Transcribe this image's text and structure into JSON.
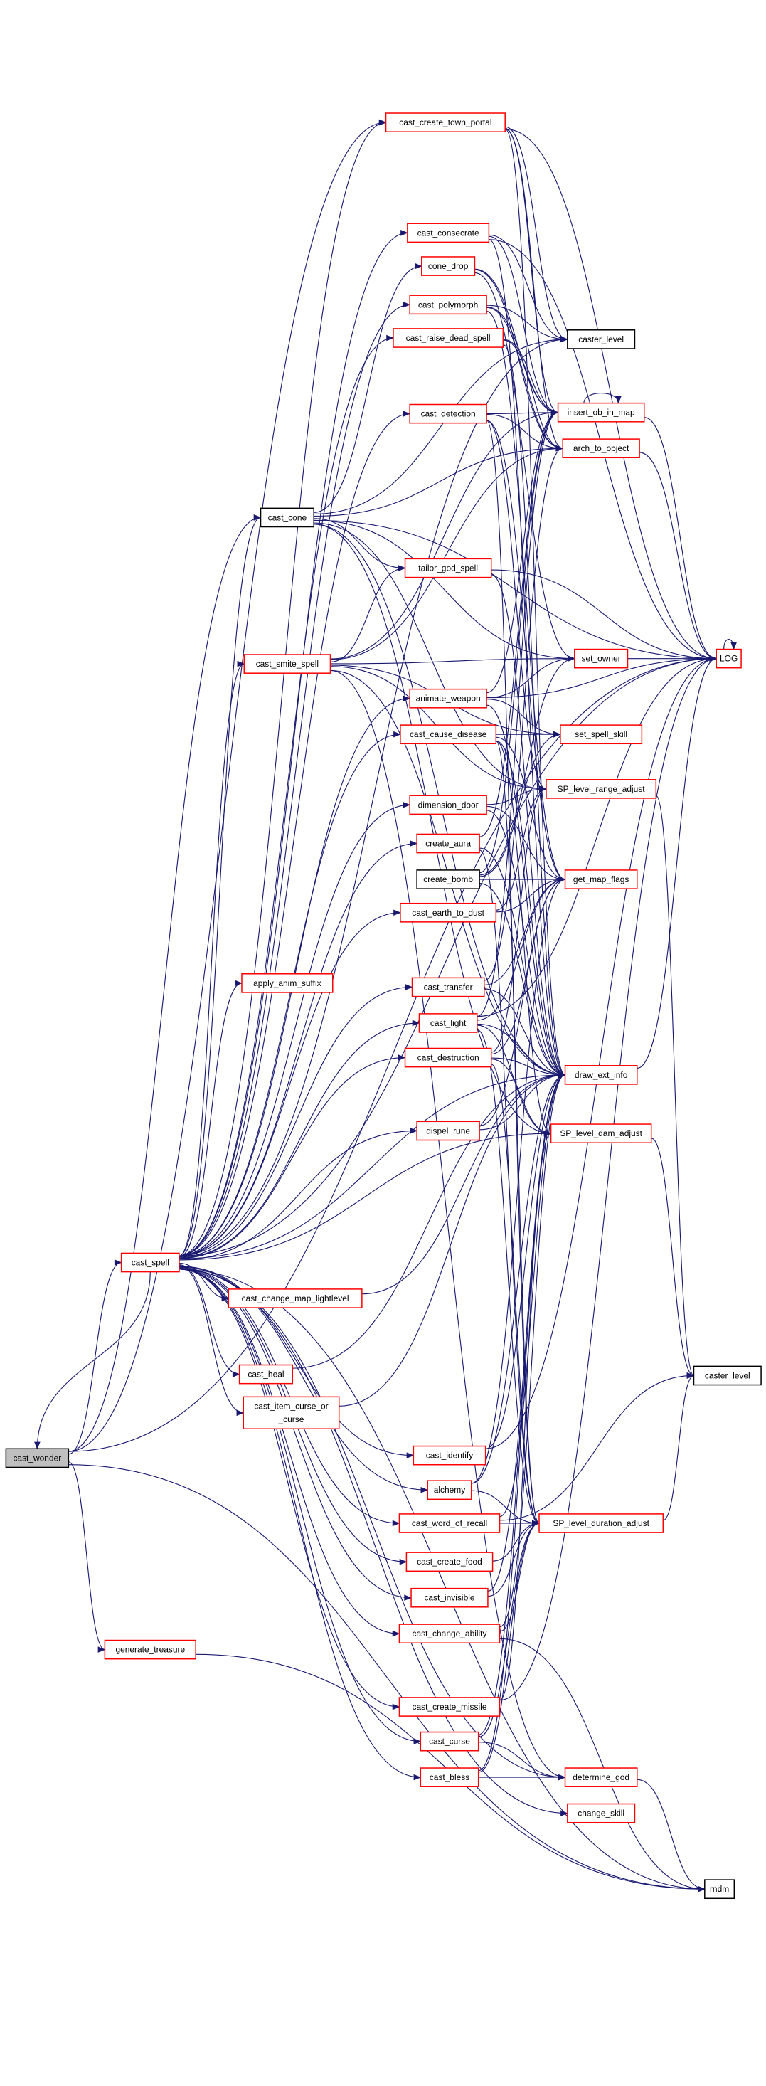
{
  "colors": {
    "edge": "#191970",
    "link_border": "#ff0000",
    "plain_border": "#000000",
    "focus_fill": "#bfbfbf"
  },
  "nodes": {
    "cast_wonder": {
      "label": "cast_wonder",
      "kind": "focus"
    },
    "cast_spell": {
      "label": "cast_spell",
      "kind": "red"
    },
    "generate_treasure": {
      "label": "generate_treasure",
      "kind": "red"
    },
    "cast_cone": {
      "label": "cast_cone",
      "kind": "black"
    },
    "cast_smite_spell": {
      "label": "cast_smite_spell",
      "kind": "red"
    },
    "apply_anim_suffix": {
      "label": "apply_anim_suffix",
      "kind": "red"
    },
    "cast_change_map_lightlevel": {
      "label": "cast_change_map_lightlevel",
      "kind": "red"
    },
    "cast_heal": {
      "label": "cast_heal",
      "kind": "red"
    },
    "cast_item_curse_or_curse": {
      "label": "cast_item_curse_or",
      "label2": "_curse",
      "kind": "red"
    },
    "cast_create_town_portal": {
      "label": "cast_create_town_portal",
      "kind": "red"
    },
    "cast_consecrate": {
      "label": "cast_consecrate",
      "kind": "red"
    },
    "cone_drop": {
      "label": "cone_drop",
      "kind": "red"
    },
    "cast_polymorph": {
      "label": "cast_polymorph",
      "kind": "red"
    },
    "cast_raise_dead_spell": {
      "label": "cast_raise_dead_spell",
      "kind": "red"
    },
    "cast_detection": {
      "label": "cast_detection",
      "kind": "red"
    },
    "tailor_god_spell": {
      "label": "tailor_god_spell",
      "kind": "red"
    },
    "animate_weapon": {
      "label": "animate_weapon",
      "kind": "red"
    },
    "cast_cause_disease": {
      "label": "cast_cause_disease",
      "kind": "red"
    },
    "dimension_door": {
      "label": "dimension_door",
      "kind": "red"
    },
    "create_aura": {
      "label": "create_aura",
      "kind": "red"
    },
    "create_bomb": {
      "label": "create_bomb",
      "kind": "black"
    },
    "cast_earth_to_dust": {
      "label": "cast_earth_to_dust",
      "kind": "red"
    },
    "cast_transfer": {
      "label": "cast_transfer",
      "kind": "red"
    },
    "cast_light": {
      "label": "cast_light",
      "kind": "red"
    },
    "cast_destruction": {
      "label": "cast_destruction",
      "kind": "red"
    },
    "dispel_rune": {
      "label": "dispel_rune",
      "kind": "red"
    },
    "cast_identify": {
      "label": "cast_identify",
      "kind": "red"
    },
    "alchemy": {
      "label": "alchemy",
      "kind": "red"
    },
    "cast_word_of_recall": {
      "label": "cast_word_of_recall",
      "kind": "red"
    },
    "cast_create_food": {
      "label": "cast_create_food",
      "kind": "red"
    },
    "cast_invisible": {
      "label": "cast_invisible",
      "kind": "red"
    },
    "cast_change_ability": {
      "label": "cast_change_ability",
      "kind": "red"
    },
    "cast_create_missile": {
      "label": "cast_create_missile",
      "kind": "red"
    },
    "cast_curse": {
      "label": "cast_curse",
      "kind": "red"
    },
    "cast_bless": {
      "label": "cast_bless",
      "kind": "red"
    },
    "caster_level": {
      "label": "caster_level",
      "kind": "black"
    },
    "insert_ob_in_map": {
      "label": "insert_ob_in_map",
      "kind": "red"
    },
    "arch_to_object": {
      "label": "arch_to_object",
      "kind": "red"
    },
    "set_owner": {
      "label": "set_owner",
      "kind": "red"
    },
    "set_spell_skill": {
      "label": "set_spell_skill",
      "kind": "red"
    },
    "SP_level_range_adjust": {
      "label": "SP_level_range_adjust",
      "kind": "red"
    },
    "get_map_flags": {
      "label": "get_map_flags",
      "kind": "red"
    },
    "draw_ext_info": {
      "label": "draw_ext_info",
      "kind": "red"
    },
    "SP_level_dam_adjust": {
      "label": "SP_level_dam_adjust",
      "kind": "red"
    },
    "SP_level_duration_adjust": {
      "label": "SP_level_duration_adjust",
      "kind": "red"
    },
    "determine_god": {
      "label": "determine_god",
      "kind": "red"
    },
    "change_skill": {
      "label": "change_skill",
      "kind": "red"
    },
    "LOG": {
      "label": "LOG",
      "kind": "red"
    },
    "caster_level_2": {
      "label": "caster_level",
      "kind": "black"
    },
    "rndm": {
      "label": "rndm",
      "kind": "black"
    }
  },
  "edges": [
    [
      "cast_wonder",
      "cast_spell"
    ],
    [
      "cast_spell",
      "cast_wonder"
    ],
    [
      "cast_wonder",
      "cast_cone"
    ],
    [
      "cast_wonder",
      "generate_treasure"
    ],
    [
      "cast_wonder",
      "rndm"
    ],
    [
      "cast_wonder",
      "LOG"
    ],
    [
      "cast_wonder",
      "cast_create_town_portal"
    ],
    [
      "cast_spell",
      "cast_cone"
    ],
    [
      "cast_spell",
      "cast_smite_spell"
    ],
    [
      "cast_spell",
      "apply_anim_suffix"
    ],
    [
      "cast_spell",
      "cast_change_map_lightlevel"
    ],
    [
      "cast_spell",
      "cast_heal"
    ],
    [
      "cast_spell",
      "cast_item_curse_or_curse"
    ],
    [
      "cast_spell",
      "cast_create_town_portal"
    ],
    [
      "cast_spell",
      "cast_consecrate"
    ],
    [
      "cast_spell",
      "cast_polymorph"
    ],
    [
      "cast_spell",
      "cast_raise_dead_spell"
    ],
    [
      "cast_spell",
      "cast_detection"
    ],
    [
      "cast_spell",
      "animate_weapon"
    ],
    [
      "cast_spell",
      "cast_cause_disease"
    ],
    [
      "cast_spell",
      "dimension_door"
    ],
    [
      "cast_spell",
      "create_aura"
    ],
    [
      "cast_spell",
      "cast_earth_to_dust"
    ],
    [
      "cast_spell",
      "cast_transfer"
    ],
    [
      "cast_spell",
      "cast_light"
    ],
    [
      "cast_spell",
      "cast_destruction"
    ],
    [
      "cast_spell",
      "dispel_rune"
    ],
    [
      "cast_spell",
      "cast_identify"
    ],
    [
      "cast_spell",
      "alchemy"
    ],
    [
      "cast_spell",
      "cast_word_of_recall"
    ],
    [
      "cast_spell",
      "cast_create_food"
    ],
    [
      "cast_spell",
      "cast_invisible"
    ],
    [
      "cast_spell",
      "cast_change_ability"
    ],
    [
      "cast_spell",
      "cast_create_missile"
    ],
    [
      "cast_spell",
      "cast_curse"
    ],
    [
      "cast_spell",
      "cast_bless"
    ],
    [
      "cast_spell",
      "caster_level"
    ],
    [
      "cast_spell",
      "draw_ext_info"
    ],
    [
      "cast_spell",
      "SP_level_dam_adjust"
    ],
    [
      "cast_spell",
      "determine_god"
    ],
    [
      "cast_spell",
      "change_skill"
    ],
    [
      "cast_spell",
      "rndm"
    ],
    [
      "cast_spell",
      "LOG"
    ],
    [
      "cast_cone",
      "cone_drop"
    ],
    [
      "cast_cone",
      "tailor_god_spell"
    ],
    [
      "cast_cone",
      "caster_level"
    ],
    [
      "cast_cone",
      "set_owner"
    ],
    [
      "cast_cone",
      "arch_to_object"
    ],
    [
      "cast_cone",
      "SP_level_range_adjust"
    ],
    [
      "cast_cone",
      "draw_ext_info"
    ],
    [
      "cast_cone",
      "SP_level_dam_adjust"
    ],
    [
      "cast_cone",
      "LOG"
    ],
    [
      "cast_smite_spell",
      "tailor_god_spell"
    ],
    [
      "cast_smite_spell",
      "insert_ob_in_map"
    ],
    [
      "cast_smite_spell",
      "arch_to_object"
    ],
    [
      "cast_smite_spell",
      "set_owner"
    ],
    [
      "cast_smite_spell",
      "set_spell_skill"
    ],
    [
      "cast_smite_spell",
      "SP_level_range_adjust"
    ],
    [
      "cast_smite_spell",
      "determine_god"
    ],
    [
      "cast_smite_spell",
      "draw_ext_info"
    ],
    [
      "cast_create_town_portal",
      "caster_level"
    ],
    [
      "cast_create_town_portal",
      "insert_ob_in_map"
    ],
    [
      "cast_create_town_portal",
      "arch_to_object"
    ],
    [
      "cast_create_town_portal",
      "draw_ext_info"
    ],
    [
      "cast_create_town_portal",
      "LOG"
    ],
    [
      "cast_consecrate",
      "caster_level"
    ],
    [
      "cast_consecrate",
      "insert_ob_in_map"
    ],
    [
      "cast_consecrate",
      "draw_ext_info"
    ],
    [
      "cast_consecrate",
      "LOG"
    ],
    [
      "cone_drop",
      "insert_ob_in_map"
    ],
    [
      "cone_drop",
      "arch_to_object"
    ],
    [
      "cone_drop",
      "set_owner"
    ],
    [
      "cast_polymorph",
      "caster_level"
    ],
    [
      "cast_polymorph",
      "insert_ob_in_map"
    ],
    [
      "cast_polymorph",
      "get_map_flags"
    ],
    [
      "cast_polymorph",
      "arch_to_object"
    ],
    [
      "cast_raise_dead_spell",
      "insert_ob_in_map"
    ],
    [
      "cast_raise_dead_spell",
      "arch_to_object"
    ],
    [
      "cast_raise_dead_spell",
      "draw_ext_info"
    ],
    [
      "cast_detection",
      "insert_ob_in_map"
    ],
    [
      "cast_detection",
      "arch_to_object"
    ],
    [
      "cast_detection",
      "get_map_flags"
    ],
    [
      "cast_detection",
      "SP_level_range_adjust"
    ],
    [
      "cast_detection",
      "SP_level_duration_adjust"
    ],
    [
      "tailor_god_spell",
      "LOG"
    ],
    [
      "tailor_god_spell",
      "draw_ext_info"
    ],
    [
      "animate_weapon",
      "set_owner"
    ],
    [
      "animate_weapon",
      "set_spell_skill"
    ],
    [
      "animate_weapon",
      "LOG"
    ],
    [
      "animate_weapon",
      "insert_ob_in_map"
    ],
    [
      "animate_weapon",
      "draw_ext_info"
    ],
    [
      "cast_cause_disease",
      "set_spell_skill"
    ],
    [
      "cast_cause_disease",
      "get_map_flags"
    ],
    [
      "cast_cause_disease",
      "SP_level_dam_adjust"
    ],
    [
      "cast_cause_disease",
      "SP_level_duration_adjust"
    ],
    [
      "cast_cause_disease",
      "draw_ext_info"
    ],
    [
      "dimension_door",
      "get_map_flags"
    ],
    [
      "dimension_door",
      "draw_ext_info"
    ],
    [
      "dimension_door",
      "SP_level_range_adjust"
    ],
    [
      "create_aura",
      "insert_ob_in_map"
    ],
    [
      "create_aura",
      "draw_ext_info"
    ],
    [
      "create_aura",
      "SP_level_duration_adjust"
    ],
    [
      "create_bomb",
      "get_map_flags"
    ],
    [
      "create_bomb",
      "set_owner"
    ],
    [
      "create_bomb",
      "set_spell_skill"
    ],
    [
      "create_bomb",
      "insert_ob_in_map"
    ],
    [
      "create_bomb",
      "draw_ext_info"
    ],
    [
      "cast_earth_to_dust",
      "get_map_flags"
    ],
    [
      "cast_earth_to_dust",
      "SP_level_range_adjust"
    ],
    [
      "cast_transfer",
      "get_map_flags"
    ],
    [
      "cast_transfer",
      "draw_ext_info"
    ],
    [
      "cast_transfer",
      "arch_to_object"
    ],
    [
      "cast_light",
      "get_map_flags"
    ],
    [
      "cast_light",
      "insert_ob_in_map"
    ],
    [
      "cast_light",
      "draw_ext_info"
    ],
    [
      "cast_light",
      "SP_level_dam_adjust"
    ],
    [
      "cast_light",
      "SP_level_duration_adjust"
    ],
    [
      "cast_light",
      "LOG"
    ],
    [
      "cast_destruction",
      "get_map_flags"
    ],
    [
      "cast_destruction",
      "SP_level_range_adjust"
    ],
    [
      "cast_destruction",
      "SP_level_dam_adjust"
    ],
    [
      "cast_destruction",
      "SP_level_duration_adjust"
    ],
    [
      "cast_destruction",
      "draw_ext_info"
    ],
    [
      "dispel_rune",
      "get_map_flags"
    ],
    [
      "dispel_rune",
      "draw_ext_info"
    ],
    [
      "cast_identify",
      "draw_ext_info"
    ],
    [
      "cast_identify",
      "LOG"
    ],
    [
      "alchemy",
      "get_map_flags"
    ],
    [
      "alchemy",
      "draw_ext_info"
    ],
    [
      "alchemy",
      "SP_level_duration_adjust"
    ],
    [
      "cast_word_of_recall",
      "SP_level_duration_adjust"
    ],
    [
      "cast_word_of_recall",
      "draw_ext_info"
    ],
    [
      "cast_word_of_recall",
      "caster_level_2"
    ],
    [
      "cast_create_food",
      "SP_level_duration_adjust"
    ],
    [
      "cast_invisible",
      "SP_level_duration_adjust"
    ],
    [
      "cast_invisible",
      "draw_ext_info"
    ],
    [
      "cast_change_ability",
      "SP_level_duration_adjust"
    ],
    [
      "cast_change_ability",
      "draw_ext_info"
    ],
    [
      "cast_change_ability",
      "rndm"
    ],
    [
      "cast_create_missile",
      "SP_level_dam_adjust"
    ],
    [
      "cast_create_missile",
      "LOG"
    ],
    [
      "cast_curse",
      "determine_god"
    ],
    [
      "cast_curse",
      "SP_level_duration_adjust"
    ],
    [
      "cast_curse",
      "draw_ext_info"
    ],
    [
      "cast_bless",
      "determine_god"
    ],
    [
      "cast_bless",
      "SP_level_duration_adjust"
    ],
    [
      "cast_bless",
      "draw_ext_info"
    ],
    [
      "insert_ob_in_map",
      "insert_ob_in_map"
    ],
    [
      "insert_ob_in_map",
      "LOG"
    ],
    [
      "arch_to_object",
      "LOG"
    ],
    [
      "set_owner",
      "LOG"
    ],
    [
      "LOG",
      "LOG"
    ],
    [
      "SP_level_range_adjust",
      "caster_level_2"
    ],
    [
      "SP_level_dam_adjust",
      "caster_level_2"
    ],
    [
      "SP_level_duration_adjust",
      "caster_level_2"
    ],
    [
      "draw_ext_info",
      "LOG"
    ],
    [
      "determine_god",
      "rndm"
    ],
    [
      "generate_treasure",
      "rndm"
    ],
    [
      "cast_change_map_lightlevel",
      "draw_ext_info"
    ],
    [
      "cast_heal",
      "draw_ext_info"
    ],
    [
      "cast_item_curse_or_curse",
      "draw_ext_info"
    ]
  ]
}
